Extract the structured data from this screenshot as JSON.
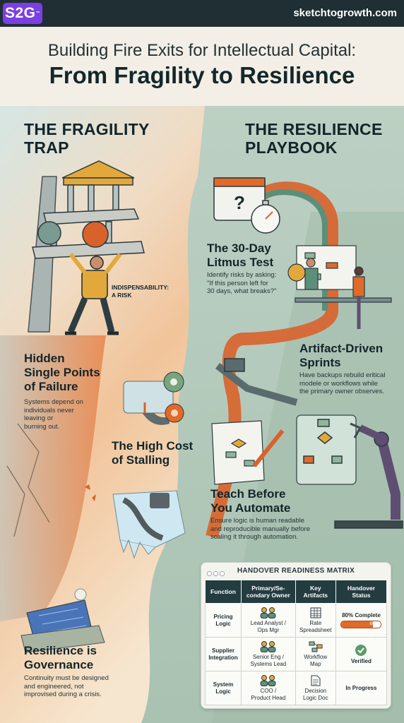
{
  "header": {
    "logo": "S2G",
    "logo_mark": "™",
    "site": "sketchtogrowth.com"
  },
  "title": {
    "line1": "Building Fire Exits for Intellectual Capital:",
    "line2": "From Fragility to Resilience"
  },
  "left": {
    "heading_line1": "THE FRAGILITY",
    "heading_line2": "TRAP",
    "risk_label_line1": "INDISPENSABILITY:",
    "risk_label_line2": "A RISK",
    "spof": {
      "title_line1": "Hidden",
      "title_line2": "Single Points",
      "title_line3": "of Failure",
      "body_line1": "Systems depend on",
      "body_line2": "individuals never",
      "body_line3": "leaving or",
      "body_line4": "burning out."
    },
    "stalling": {
      "title_line1": "The High Cost",
      "title_line2": "of Stalling"
    },
    "governance": {
      "title_line1": "Resilience is",
      "title_line2": "Governance",
      "body_line1": "Continuity must be designed",
      "body_line2": "and engineered, not",
      "body_line3": "improvised during a crisis."
    }
  },
  "right": {
    "heading_line1": "THE RESILIENCE",
    "heading_line2": "PLAYBOOK",
    "litmus": {
      "title_line1": "The 30-Day",
      "title_line2": "Litmus Test",
      "body_line1": "Identify risks by asking:",
      "body_line2": "\"If this person left for",
      "body_line3": "30 days, what breaks?\""
    },
    "sprints": {
      "title_line1": "Artifact-Driven",
      "title_line2": "Sprints",
      "body_line1": "Have backups rebuild eritical",
      "body_line2": "modele or workflows while",
      "body_line3": "the primary owner observes."
    },
    "teach": {
      "title_line1": "Teach Before",
      "title_line2": "You Automate",
      "body_line1": "Ensure logic is human readable",
      "body_line2": "and reproducible manually before",
      "body_line3": "scaling it through automation."
    }
  },
  "matrix": {
    "title": "HANDOVER READINESS MATRIX",
    "headers": {
      "function": "Function",
      "owner_line1": "Primary/Se-",
      "owner_line2": "condary Owner",
      "artifacts_line1": "Key",
      "artifacts_line2": "Artifacts",
      "status_line1": "Handover",
      "status_line2": "Status"
    },
    "rows": [
      {
        "fn_line1": "Pricing",
        "fn_line2": "Logic",
        "owner_line1": "Lead Analyst /",
        "owner_line2": "Ops Mgr",
        "artifact_line1": "Rate",
        "artifact_line2": "Spreadsheet",
        "artifact_icon": "spreadsheet-icon",
        "status": "80% Complete",
        "progress_label": "80%",
        "progress": 0.8
      },
      {
        "fn_line1": "Supplier",
        "fn_line2": "Integration",
        "owner_line1": "Senior Eng /",
        "owner_line2": "Systems Lead",
        "artifact_line1": "Workflow",
        "artifact_line2": "Map",
        "artifact_icon": "workflow-icon",
        "status": "Verified",
        "status_icon": "check-icon"
      },
      {
        "fn_line1": "System",
        "fn_line2": "Logic",
        "owner_line1": "COO /",
        "owner_line2": "Product Head",
        "artifact_line1": "Decision",
        "artifact_line2": "Logic Doc",
        "artifact_icon": "document-icon",
        "status": "In Progress"
      }
    ]
  },
  "colors": {
    "header_bg": "#1f2f33",
    "logo_bg": "#7b3fe4",
    "accent_orange": "#e06a2a",
    "teal_dark": "#233c40",
    "sage": "#8fa99a"
  }
}
